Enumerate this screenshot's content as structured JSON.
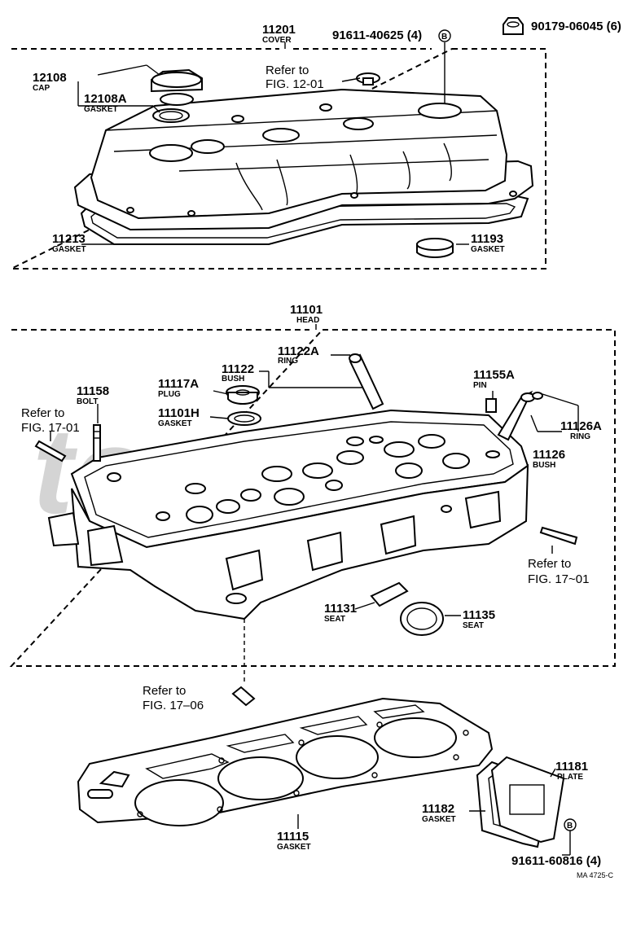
{
  "watermark": "toyota",
  "callouts": {
    "cover": {
      "number": "11201",
      "name": "COVER"
    },
    "bolt_top": {
      "number": "91611-40625 (4)",
      "marker": "B"
    },
    "nut_top": {
      "number": "90179-06045 (6)"
    },
    "cap": {
      "number": "12108",
      "name": "CAP"
    },
    "cap_gasket": {
      "number": "12108A",
      "name": "GASKET"
    },
    "ref_12_01": {
      "line1": "Refer to",
      "line2": "FIG. 12-01"
    },
    "cover_gasket": {
      "number": "11213",
      "name": "GASKET"
    },
    "plug_gasket": {
      "number": "11193",
      "name": "GASKET"
    },
    "head": {
      "number": "11101",
      "name": "HEAD"
    },
    "ring_11122a": {
      "number": "11122A",
      "name": "RING"
    },
    "bush_11122": {
      "number": "11122",
      "name": "BUSH"
    },
    "plug_11117a": {
      "number": "11117A",
      "name": "PLUG"
    },
    "gasket_11101h": {
      "number": "11101H",
      "name": "GASKET"
    },
    "bolt_11158": {
      "number": "11158",
      "name": "BOLT"
    },
    "ref_17_01_left": {
      "line1": "Refer to",
      "line2": "FIG. 17-01"
    },
    "pin_11155a": {
      "number": "11155A",
      "name": "PIN"
    },
    "ring_11126a": {
      "number": "11126A",
      "name": "RING"
    },
    "bush_11126": {
      "number": "11126",
      "name": "BUSH"
    },
    "ref_17_01_right": {
      "line1": "Refer to",
      "line2": "FIG. 17~01"
    },
    "seat_11131": {
      "number": "11131",
      "name": "SEAT"
    },
    "seat_11135": {
      "number": "11135",
      "name": "SEAT"
    },
    "ref_17_06": {
      "line1": "Refer to",
      "line2": "FIG. 17–06"
    },
    "plate_11181": {
      "number": "11181",
      "name": "PLATE"
    },
    "gasket_11182": {
      "number": "11182",
      "name": "GASKET"
    },
    "head_gasket_11115": {
      "number": "11115",
      "name": "GASKET"
    },
    "bolt_bottom": {
      "number": "91611-60816 (4)",
      "marker": "B"
    },
    "drawing_code": "MA 4725-C"
  }
}
